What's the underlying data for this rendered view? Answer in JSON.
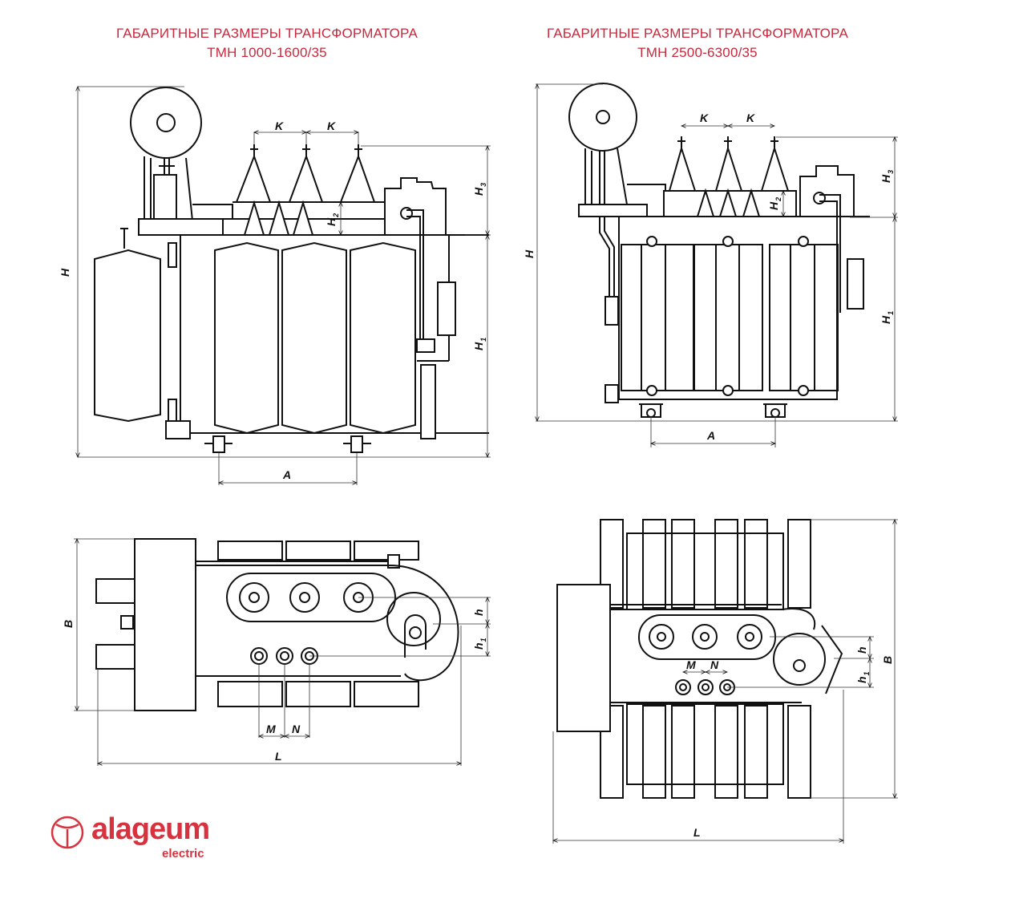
{
  "titles": {
    "left": {
      "line1": "ГАБАРИТНЫЕ РАЗМЕРЫ ТРАНСФОРМАТОРА",
      "line2": "ТМН 1000-1600/35"
    },
    "right": {
      "line1": "ГАБАРИТНЫЕ РАЗМЕРЫ ТРАНСФОРМАТОРА",
      "line2": "ТМН 2500-6300/35"
    }
  },
  "colors": {
    "title": "#c8283c",
    "logo": "#d8323f",
    "line": "#111111"
  },
  "dimensions": {
    "H": "H",
    "H1": "H",
    "H1_sub": "1",
    "H2": "H",
    "H2_sub": "2",
    "H3": "H",
    "H3_sub": "3",
    "K": "K",
    "A": "A",
    "B": "B",
    "L": "L",
    "M": "M",
    "N": "N",
    "h": "h",
    "h1": "h",
    "h1_sub": "1"
  },
  "logo": {
    "brand": "alageum",
    "subtitle": "electric",
    "icon": "trident-circle-icon"
  }
}
